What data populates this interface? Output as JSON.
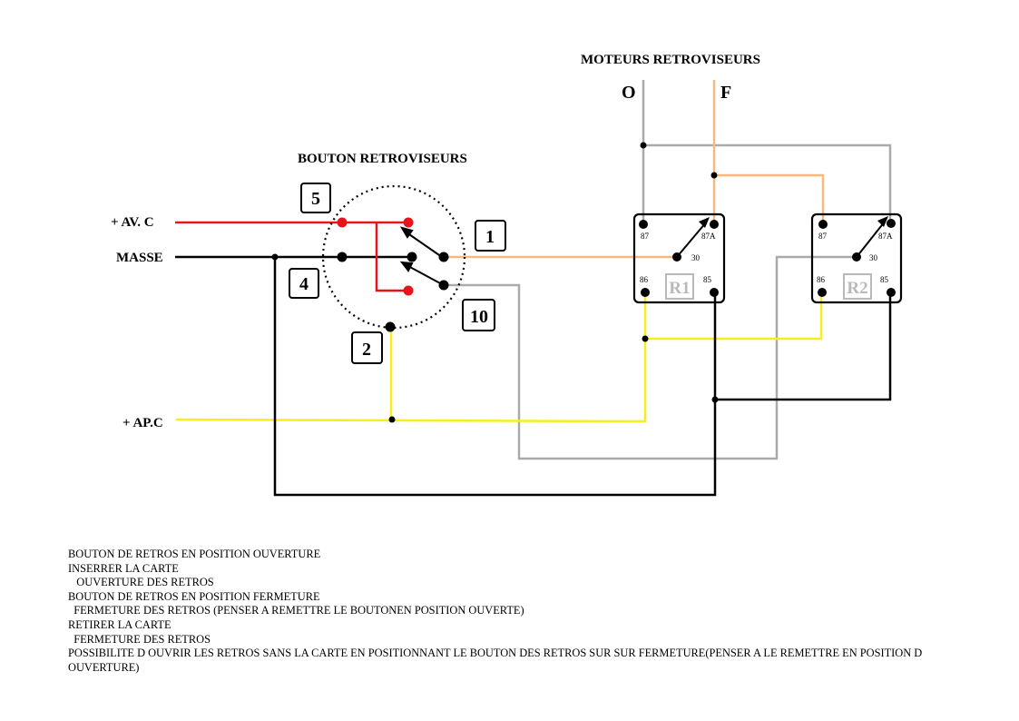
{
  "titles": {
    "motors": "MOTEURS   RETROVISEURS",
    "button": "BOUTON   RETROVISEURS"
  },
  "motor_terminals": {
    "open": "O",
    "close": "F"
  },
  "left_labels": {
    "av_c": "+ AV. C",
    "masse": "MASSE",
    "ap_c": "+ AP.C"
  },
  "switch_pins": [
    "5",
    "1",
    "4",
    "10",
    "2"
  ],
  "relays": [
    {
      "name": "R1",
      "pins": {
        "p87": "87",
        "p87a": "87A",
        "p30": "30",
        "p86": "86",
        "p85": "85"
      }
    },
    {
      "name": "R2",
      "pins": {
        "p87": "87",
        "p87a": "87A",
        "p30": "30",
        "p86": "86",
        "p85": "85"
      }
    }
  ],
  "wire_colors": {
    "red": "#e8141b",
    "black": "#000000",
    "gray": "#aaaaaa",
    "orange": "#f5b97a",
    "yellow": "#f7ee1c"
  },
  "notes": [
    "BOUTON DE RETROS EN POSITION OUVERTURE",
    "INSERRER LA CARTE",
    "   OUVERTURE DES RETROS",
    "BOUTON DE RETROS EN POSITION FERMETURE",
    "  FERMETURE DES RETROS (PENSER A REMETTRE LE BOUTONEN POSITION OUVERTE)",
    "RETIRER LA CARTE",
    "  FERMETURE DES RETROS",
    "POSSIBILITE D OUVRIR LES RETROS SANS LA CARTE EN POSITIONNANT LE BOUTON DES RETROS SUR SUR FERMETURE(PENSER A LE REMETTRE EN POSITION D OUVERTURE)"
  ]
}
